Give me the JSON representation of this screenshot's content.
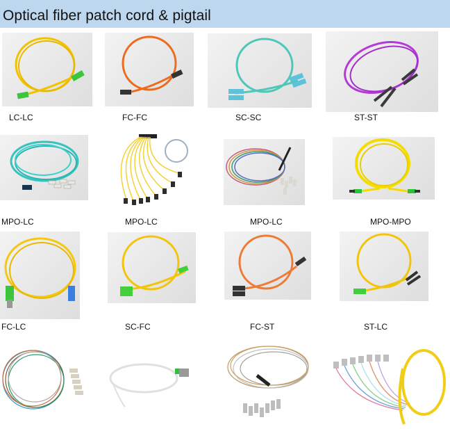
{
  "header": {
    "title": "Optical fiber patch cord & pigtail",
    "background": "#bdd7ee"
  },
  "products": [
    {
      "label": "LC-LC",
      "cable_color": "#f2c200",
      "connector_color": "#3cc43c",
      "icon": "duplex-patch-cord-photo"
    },
    {
      "label": "FC-FC",
      "cable_color": "#ee6a1c",
      "connector_color": "#333333",
      "icon": "simplex-patch-cord-photo"
    },
    {
      "label": "SC-SC",
      "cable_color": "#4cc7b8",
      "connector_color": "#5ec3da",
      "icon": "duplex-patch-cord-photo"
    },
    {
      "label": "ST-ST",
      "cable_color": "#b43ad8",
      "connector_color": "#3a3a3a",
      "icon": "duplex-patch-cord-photo"
    },
    {
      "label": "MPO-LC",
      "cable_color": "#33c4c0",
      "connector_color": "#e8e8e0",
      "icon": "breakout-cable-photo"
    },
    {
      "label": "MPO-LC",
      "cable_color": "#f1d33a",
      "connector_color": "#2d2d2d",
      "icon": "fanout-cable-photo"
    },
    {
      "label": "MPO-LC",
      "cable_color": "#c65a7a",
      "connector_color": "#d9d9d2",
      "icon": "fanout-pigtail-photo"
    },
    {
      "label": "MPO-MPO",
      "cable_color": "#f5dc00",
      "connector_color": "#29c43a",
      "icon": "trunk-cable-photo"
    },
    {
      "label": "FC-LC",
      "cable_color": "#f4c812",
      "connector_color": "#3a7ee0",
      "icon": "duplex-patch-cord-photo"
    },
    {
      "label": "SC-FC",
      "cable_color": "#f2c40a",
      "connector_color": "#42d13c",
      "icon": "duplex-patch-cord-photo"
    },
    {
      "label": "FC-ST",
      "cable_color": "#ee7a36",
      "connector_color": "#333333",
      "icon": "duplex-patch-cord-photo"
    },
    {
      "label": "ST-LC",
      "cable_color": "#f2c40a",
      "connector_color": "#3fcf3c",
      "icon": "duplex-patch-cord-photo"
    },
    {
      "label": "",
      "cable_color": "#7b5a40",
      "connector_color": "#d8d1c0",
      "icon": "colored-pigtail-bundle-photo"
    },
    {
      "label": "",
      "cable_color": "#eaeaea",
      "connector_color": "#2fbf3a",
      "icon": "single-pigtail-photo"
    },
    {
      "label": "",
      "cable_color": "#b89a6a",
      "connector_color": "#bdbdbd",
      "icon": "fanout-pigtail-bundle-photo"
    },
    {
      "label": "",
      "cable_color": "#f2cd18",
      "connector_color": "#bfbfbf",
      "icon": "multicolor-fanout-pigtail-photo"
    }
  ]
}
